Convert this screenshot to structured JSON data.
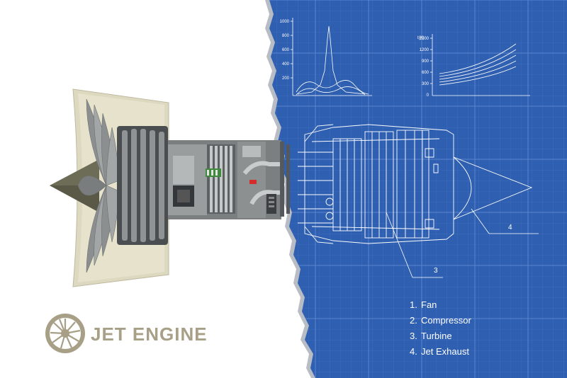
{
  "title": "JET ENGINE",
  "colors": {
    "blueprint": "#2f5fb0",
    "grid": "#4a78c4",
    "engine_beige": "#ddd9c0",
    "engine_gray": "#7b7f80",
    "title": "#a79f86",
    "red_part": "#d42b2b",
    "green_part": "#3f8a3c"
  },
  "legend": [
    {
      "number": "1.",
      "label": "Fan"
    },
    {
      "number": "2.",
      "label": "Compressor"
    },
    {
      "number": "3.",
      "label": "Turbine"
    },
    {
      "number": "4.",
      "label": "Jet Exhaust"
    }
  ],
  "callouts": [
    "3",
    "4"
  ],
  "chart_left": {
    "y_ticks": [
      "1000",
      "800",
      "600",
      "400",
      "200"
    ]
  },
  "chart_right": {
    "y_label": "t(K)",
    "y_ticks": [
      "1500",
      "1200",
      "900",
      "600",
      "300",
      "0"
    ]
  },
  "icons": [
    "fan-emblem-icon"
  ]
}
